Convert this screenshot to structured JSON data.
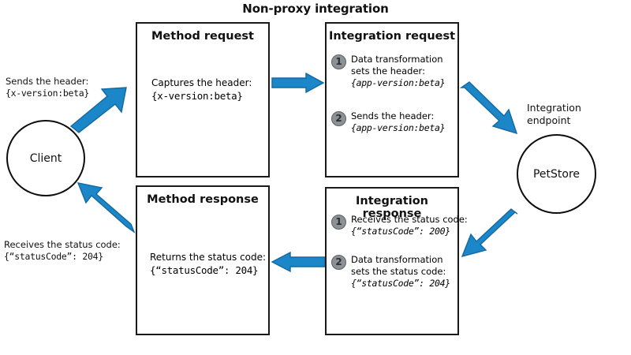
{
  "title": "Non-proxy integration",
  "colors": {
    "arrow_blue": "#1b86c8",
    "arrow_blue_dark": "#13699f",
    "badge_gray": "#8c9196",
    "badge_border": "#5d6266",
    "outline": "#1a1a1a",
    "background": "#ffffff"
  },
  "nodes": {
    "client": {
      "label": "Client"
    },
    "petstore": {
      "label": "PetStore",
      "caption_line1": "Integration",
      "caption_line2": "endpoint"
    }
  },
  "labels": {
    "request_out_line1": "Sends the header:",
    "request_out_line2": "{x-version:beta}",
    "response_in_line1": "Receives the status code:",
    "response_in_line2": "{“statusCode”: 204}"
  },
  "boxes": {
    "method_request": {
      "title": "Method request",
      "body_line1": "Captures the header:",
      "body_line2": "{x-version:beta}"
    },
    "integration_request": {
      "title": "Integration request",
      "steps": [
        {
          "number": "1",
          "lines": [
            "Data transformation",
            "sets the header:"
          ],
          "code": "{app-version:beta}"
        },
        {
          "number": "2",
          "lines": [
            "Sends the header:"
          ],
          "code": "{app-version:beta}"
        }
      ]
    },
    "method_response": {
      "title": "Method response",
      "body_line1": "Returns the status code:",
      "body_line2": "{“statusCode”: 204}"
    },
    "integration_response": {
      "title": "Integration response",
      "steps": [
        {
          "number": "1",
          "lines": [
            "Receives the status code:"
          ],
          "code": "{“statusCode”: 200}"
        },
        {
          "number": "2",
          "lines": [
            "Data transformation",
            "sets the status code:"
          ],
          "code": "{“statusCode”: 204}"
        }
      ]
    }
  },
  "flow": {
    "arrows": [
      {
        "name": "client-to-method-request",
        "direction": "up-right"
      },
      {
        "name": "method-request-to-integration-request",
        "direction": "right"
      },
      {
        "name": "integration-request-to-petstore",
        "direction": "down-right"
      },
      {
        "name": "petstore-to-integration-response",
        "direction": "down-left"
      },
      {
        "name": "integration-response-to-method-response",
        "direction": "left"
      },
      {
        "name": "method-response-to-client",
        "direction": "up-left"
      }
    ]
  }
}
